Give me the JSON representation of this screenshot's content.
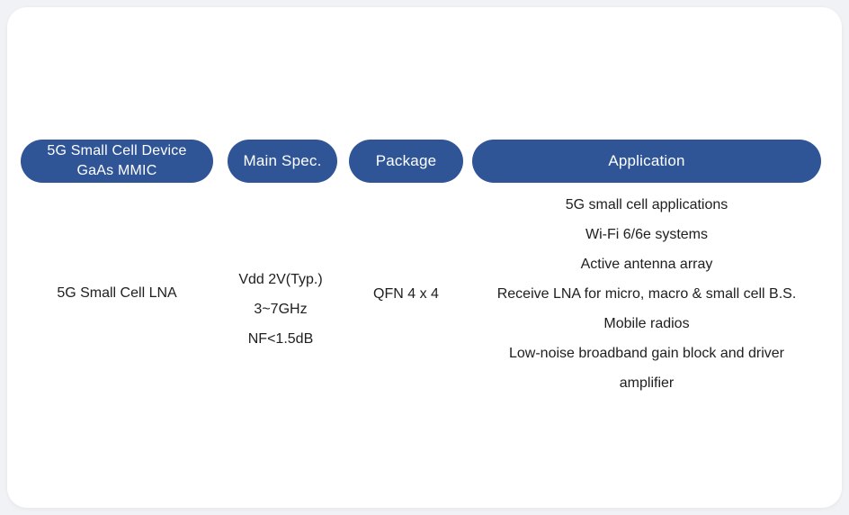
{
  "theme": {
    "page_background": "#f1f2f5",
    "card_background": "#ffffff",
    "pill_background": "#2f5597",
    "pill_text_color": "#ffffff",
    "body_text_color": "#202020"
  },
  "table": {
    "headers": {
      "device": "5G Small Cell Device\nGaAs MMIC",
      "main_spec": "Main Spec.",
      "package": "Package",
      "application": "Application"
    },
    "row": {
      "device": "5G Small Cell LNA",
      "main_spec": [
        "Vdd 2V(Typ.)",
        "3~7GHz",
        "NF<1.5dB"
      ],
      "package": "QFN 4 x 4",
      "application": [
        "5G small cell applications",
        "Wi-Fi 6/6e systems",
        "Active antenna array",
        "Receive LNA for micro, macro & small cell B.S.",
        "Mobile radios",
        "Low-noise broadband gain block and driver amplifier"
      ]
    }
  }
}
